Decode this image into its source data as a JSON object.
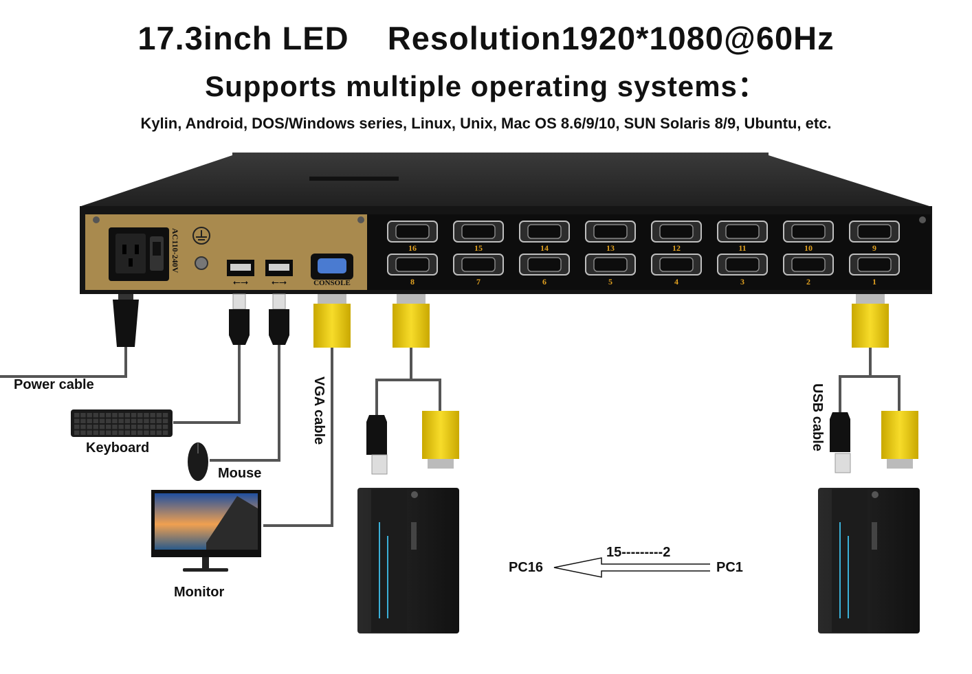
{
  "header": {
    "line1": "17.3inch LED    Resolution1920*1080@60Hz",
    "line2": "Supports multiple operating systems：",
    "os_list": "Kylin, Android, DOS/Windows series, Linux, Unix, Mac OS 8.6/9/10, SUN Solaris 8/9, Ubuntu, etc."
  },
  "device": {
    "power_spec": "AC110-240V",
    "console_label": "CONSOLE",
    "ports_top": [
      "16",
      "15",
      "14",
      "13",
      "12",
      "11",
      "10",
      "9"
    ],
    "ports_bottom": [
      "8",
      "7",
      "6",
      "5",
      "4",
      "3",
      "2",
      "1"
    ]
  },
  "labels": {
    "power_cable": "Power cable",
    "keyboard": "Keyboard",
    "mouse": "Mouse",
    "monitor": "Monitor",
    "vga_cable": "VGA cable",
    "usb_cable": "USB cable",
    "pc16": "PC16",
    "pc1": "PC1",
    "range": "15---------2"
  },
  "colors": {
    "panel_gold": "#a98a4e",
    "chassis": "#1c1c1c",
    "connector_yellow": "#f2d21a",
    "port_number": "#e0a020"
  }
}
